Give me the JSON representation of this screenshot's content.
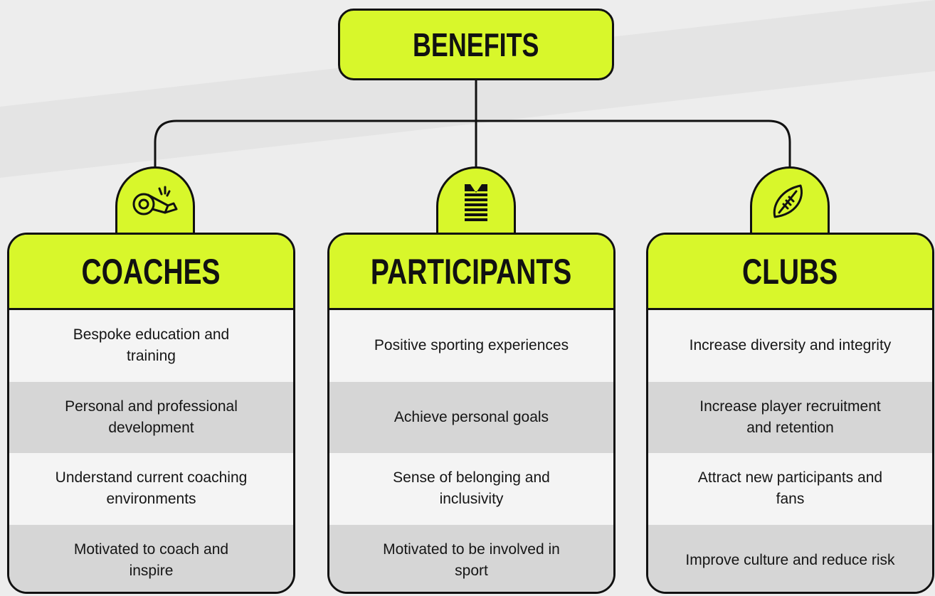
{
  "root": {
    "label": "BENEFITS"
  },
  "colors": {
    "accent": "#d8f72b",
    "outline": "#111111",
    "row_light": "#f4f4f4",
    "row_dark": "#d6d6d6"
  },
  "columns": [
    {
      "title": "COACHES",
      "icon": "whistle-icon",
      "items": [
        "Bespoke education and training",
        "Personal and professional development",
        "Understand current coaching environments",
        "Motivated to coach and inspire"
      ]
    },
    {
      "title": "PARTICIPANTS",
      "icon": "jersey-icon",
      "items": [
        "Positive sporting experiences",
        "Achieve personal goals",
        "Sense of belonging and inclusivity",
        "Motivated to be involved in sport"
      ]
    },
    {
      "title": "CLUBS",
      "icon": "football-icon",
      "items": [
        "Increase diversity and integrity",
        "Increase player recruitment and retention",
        "Attract new participants and fans",
        "Improve culture and reduce risk"
      ]
    }
  ]
}
